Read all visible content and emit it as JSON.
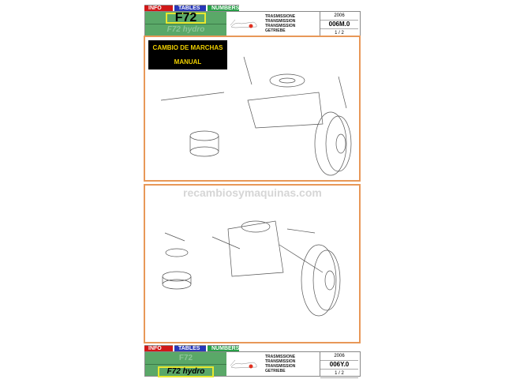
{
  "header": {
    "tabs": [
      "INFO",
      "TABLES",
      "NUMBERS"
    ],
    "model_primary": "F72",
    "model_secondary": "F72 hydro",
    "section_names": [
      "TRASMISSIONE",
      "TRANSMISSION",
      "TRANSMISSION",
      "GETRIEBE"
    ],
    "year": "2006",
    "code": "006M.0",
    "page": "1 / 2"
  },
  "diagram1": {
    "title_line1": "CAMBIO DE MARCHAS",
    "title_line2": "MANUAL"
  },
  "watermark": "recambiosymaquinas.com",
  "footer": {
    "tabs": [
      "INFO",
      "TABLES",
      "NUMBERS"
    ],
    "model_primary": "F72",
    "model_secondary": "F72 hydro",
    "section_names": [
      "TRASMISSIONE",
      "TRANSMISSION",
      "TRANSMISSION",
      "GETRIEBE"
    ],
    "year": "2006",
    "code": "006Y.0",
    "page": "1 / 2"
  }
}
